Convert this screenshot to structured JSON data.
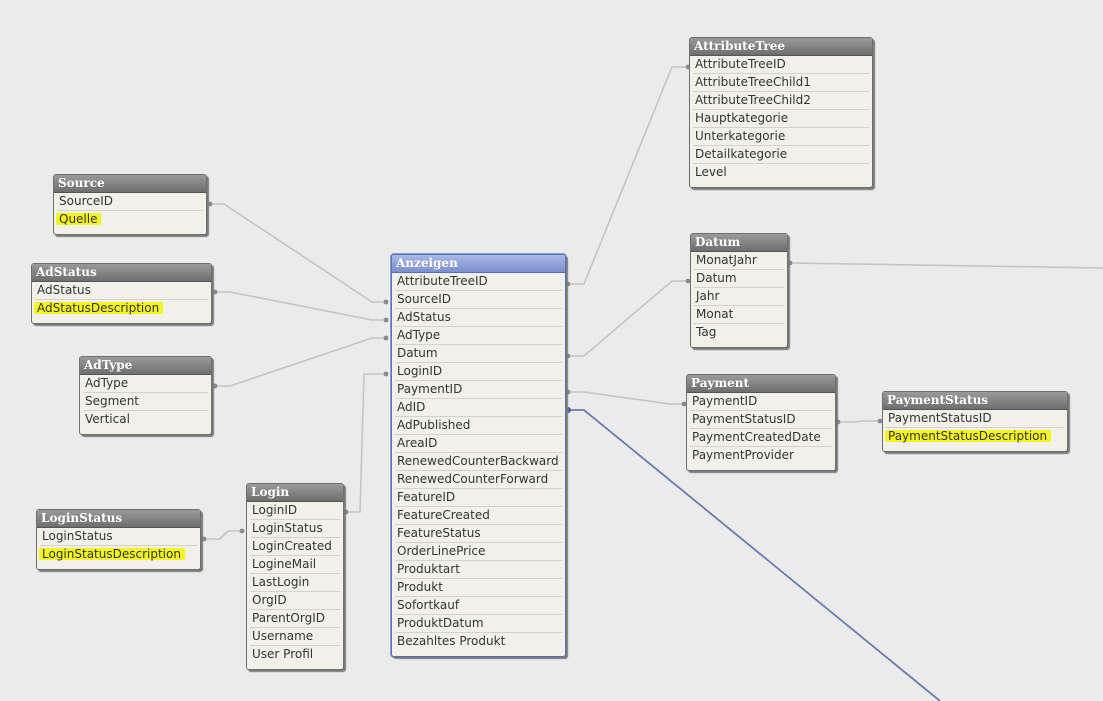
{
  "tables": {
    "source": {
      "title": "Source",
      "fields": [
        "SourceID",
        "Quelle"
      ]
    },
    "adstatus": {
      "title": "AdStatus",
      "fields": [
        "AdStatus",
        "AdStatusDescription"
      ]
    },
    "adtype": {
      "title": "AdType",
      "fields": [
        "AdType",
        "Segment",
        "Vertical"
      ]
    },
    "loginstatus": {
      "title": "LoginStatus",
      "fields": [
        "LoginStatus",
        "LoginStatusDescription"
      ]
    },
    "login": {
      "title": "Login",
      "fields": [
        "LoginID",
        "LoginStatus",
        "LoginCreated",
        "LogineMail",
        "LastLogin",
        "OrgID",
        "ParentOrgID",
        "Username",
        "User Profil"
      ]
    },
    "anzeigen": {
      "title": "Anzeigen",
      "fields": [
        "AttributeTreeID",
        "SourceID",
        "AdStatus",
        "AdType",
        "Datum",
        "LoginID",
        "PaymentID",
        "AdID",
        "AdPublished",
        "AreaID",
        "RenewedCounterBackward",
        "RenewedCounterForward",
        "FeatureID",
        "FeatureCreated",
        "FeatureStatus",
        "OrderLinePrice",
        "Produktart",
        "Produkt",
        "Sofortkauf",
        "ProduktDatum",
        "Bezahltes Produkt"
      ]
    },
    "attributetree": {
      "title": "AttributeTree",
      "fields": [
        "AttributeTreeID",
        "AttributeTreeChild1",
        "AttributeTreeChild2",
        "Hauptkategorie",
        "Unterkategorie",
        "Detailkategorie",
        "Level"
      ]
    },
    "datum": {
      "title": "Datum",
      "fields": [
        "MonatJahr",
        "Datum",
        "Jahr",
        "Monat",
        "Tag"
      ]
    },
    "payment": {
      "title": "Payment",
      "fields": [
        "PaymentID",
        "PaymentStatusID",
        "PaymentCreatedDate",
        "PaymentProvider"
      ]
    },
    "paymentstatus": {
      "title": "PaymentStatus",
      "fields": [
        "PaymentStatusID",
        "PaymentStatusDescription"
      ]
    }
  },
  "highlighted_fields": [
    "Quelle",
    "AdStatusDescription",
    "LoginStatusDescription",
    "PaymentStatusDescription"
  ],
  "colors": {
    "highlight": "#f3f51f",
    "active_header": "#7b8fcf",
    "link_line": "#c4c4c4",
    "selected_link": "#6a7bb0"
  }
}
